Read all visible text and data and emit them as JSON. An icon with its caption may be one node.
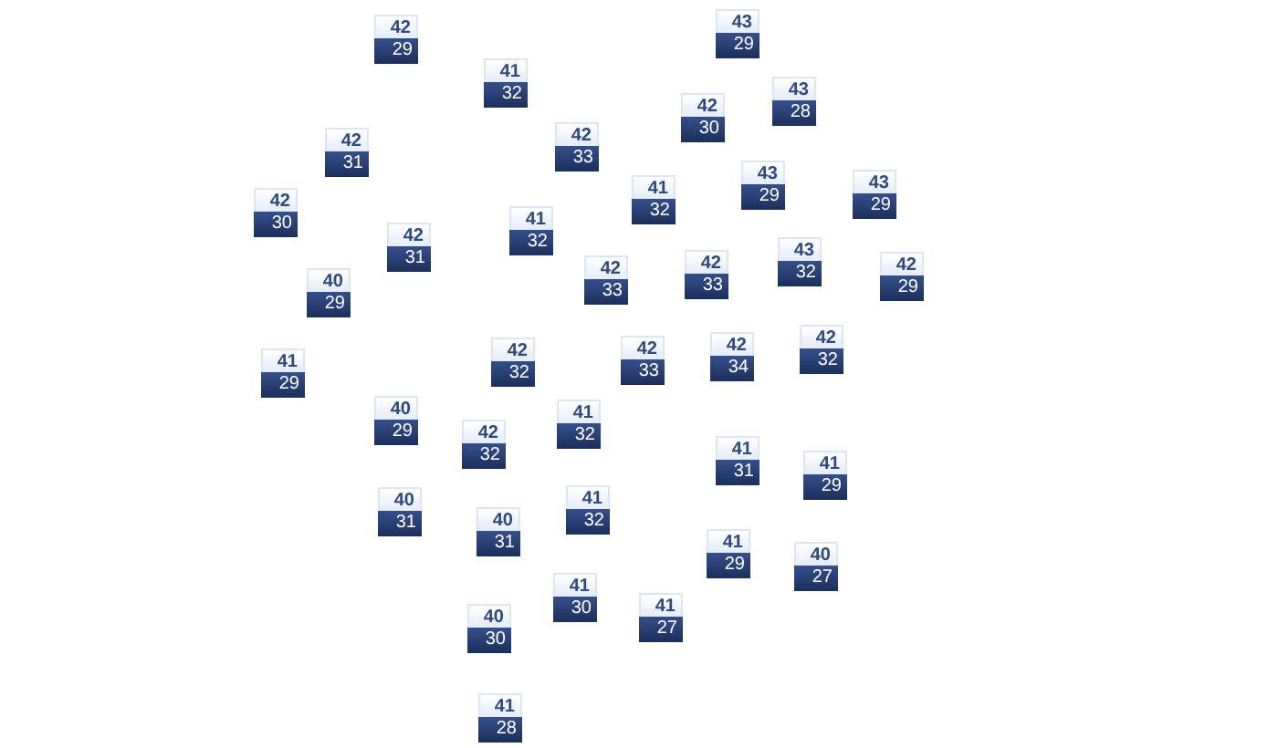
{
  "diagram": {
    "nodes": [
      {
        "text": [
          "42",
          "29"
        ]
      },
      {
        "text": [
          "43",
          "29"
        ]
      },
      {
        "text": [
          "41",
          "32"
        ]
      },
      {
        "text": [
          "43",
          "28"
        ]
      },
      {
        "text": [
          "42",
          "30"
        ]
      },
      {
        "text": [
          "42",
          "31"
        ]
      },
      {
        "text": [
          "42",
          "33"
        ]
      },
      {
        "text": [
          "42",
          "30"
        ]
      },
      {
        "text": [
          "43",
          "29"
        ]
      },
      {
        "text": [
          "43",
          "29"
        ]
      },
      {
        "text": [
          "41",
          "32"
        ]
      },
      {
        "text": [
          "41",
          "32"
        ]
      },
      {
        "text": [
          "42",
          "31"
        ]
      },
      {
        "text": [
          "43",
          "32"
        ]
      },
      {
        "text": [
          "42",
          "33"
        ]
      },
      {
        "text": [
          "42",
          "33"
        ]
      },
      {
        "text": [
          "42",
          "29"
        ]
      },
      {
        "text": [
          "40",
          "29"
        ]
      },
      {
        "text": [
          "41",
          "29"
        ]
      },
      {
        "text": [
          "42",
          "32"
        ]
      },
      {
        "text": [
          "42",
          "33"
        ]
      },
      {
        "text": [
          "42",
          "34"
        ]
      },
      {
        "text": [
          "42",
          "32"
        ]
      },
      {
        "text": [
          "40",
          "29"
        ]
      },
      {
        "text": [
          "41",
          "32"
        ]
      },
      {
        "text": [
          "42",
          "32"
        ]
      },
      {
        "text": [
          "41",
          "31"
        ]
      },
      {
        "text": [
          "41",
          "29"
        ]
      },
      {
        "text": [
          "40",
          "31"
        ]
      },
      {
        "text": [
          "41",
          "32"
        ]
      },
      {
        "text": [
          "40",
          "31"
        ]
      },
      {
        "text": [
          "41",
          "29"
        ]
      },
      {
        "text": [
          "40",
          "27"
        ]
      },
      {
        "text": [
          "41",
          "30"
        ]
      },
      {
        "text": [
          "41",
          "27"
        ]
      },
      {
        "text": [
          "40",
          "30"
        ]
      },
      {
        "text": [
          "41",
          "28"
        ]
      }
    ]
  }
}
